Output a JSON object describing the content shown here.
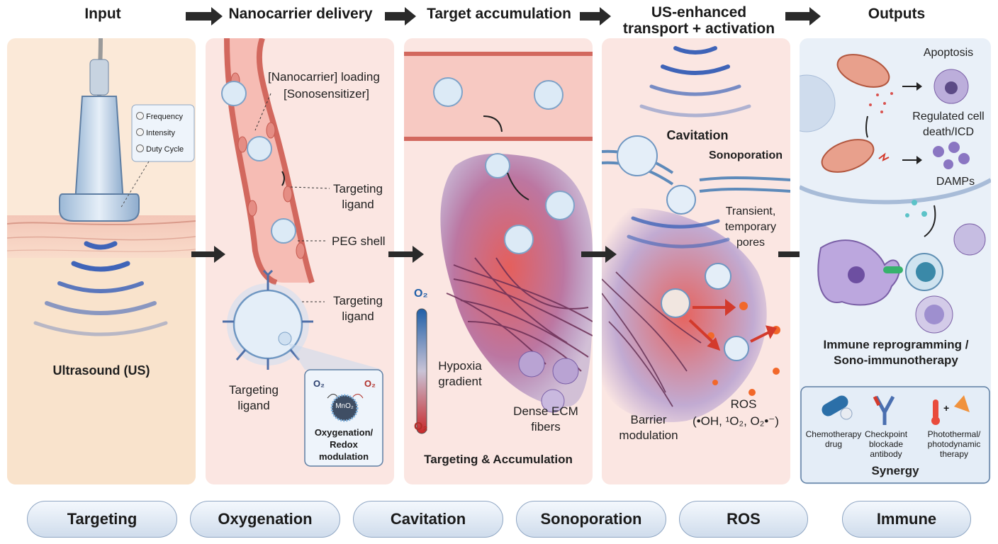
{
  "headers": {
    "input": "Input",
    "delivery": "Nanocarrier delivery",
    "accumulation": "Target accumulation",
    "activation": "US-enhanced transport + activation",
    "outputs": "Outputs"
  },
  "input_panel": {
    "controls": [
      "Frequency",
      "Intensity",
      "Duty Cycle"
    ],
    "label": "Ultrasound (US)"
  },
  "delivery_panel": {
    "loading": "[Nanocarrier] loading",
    "sonosensitizer": "[Sonosensitizer]",
    "targeting_ligand_1": "Targeting ligand",
    "peg_shell": "PEG shell",
    "targeting_ligand_2": "Targeting ligand",
    "targeting_ligand_3": "Targeting ligand",
    "inset": {
      "o2_left": "O₂",
      "o2_right": "O₂",
      "core": "MnO₂",
      "caption": "Oxygenation/ Redox modulation"
    }
  },
  "accumulation_panel": {
    "o2_top": "O₂",
    "o2_bottom": "O₂",
    "hypoxia": "Hypoxia gradient",
    "ecm": "Dense ECM fibers",
    "caption": "Targeting & Accumulation"
  },
  "activation_panel": {
    "cavitation": "Cavitation",
    "sonoporation": "Sonoporation",
    "pores": "Transient, temporary pores",
    "barrier": "Barrier modulation",
    "ros": "ROS",
    "ros_species": "(•OH, ¹O₂, O₂•⁻)"
  },
  "outputs_panel": {
    "apoptosis": "Apoptosis",
    "cell_death": "Regulated cell death/ICD",
    "damps": "DAMPs",
    "immune": "Immune reprogramming / Sono-immunotherapy",
    "synergy": {
      "items": [
        "Chemotherapy drug",
        "Checkpoint blockade antibody",
        "Photothermal/ photodynamic therapy"
      ],
      "plus": "+",
      "title": "Synergy"
    }
  },
  "pills": [
    "Targeting",
    "Oxygenation",
    "Cavitation",
    "Sonoporation",
    "ROS",
    "Immune"
  ]
}
